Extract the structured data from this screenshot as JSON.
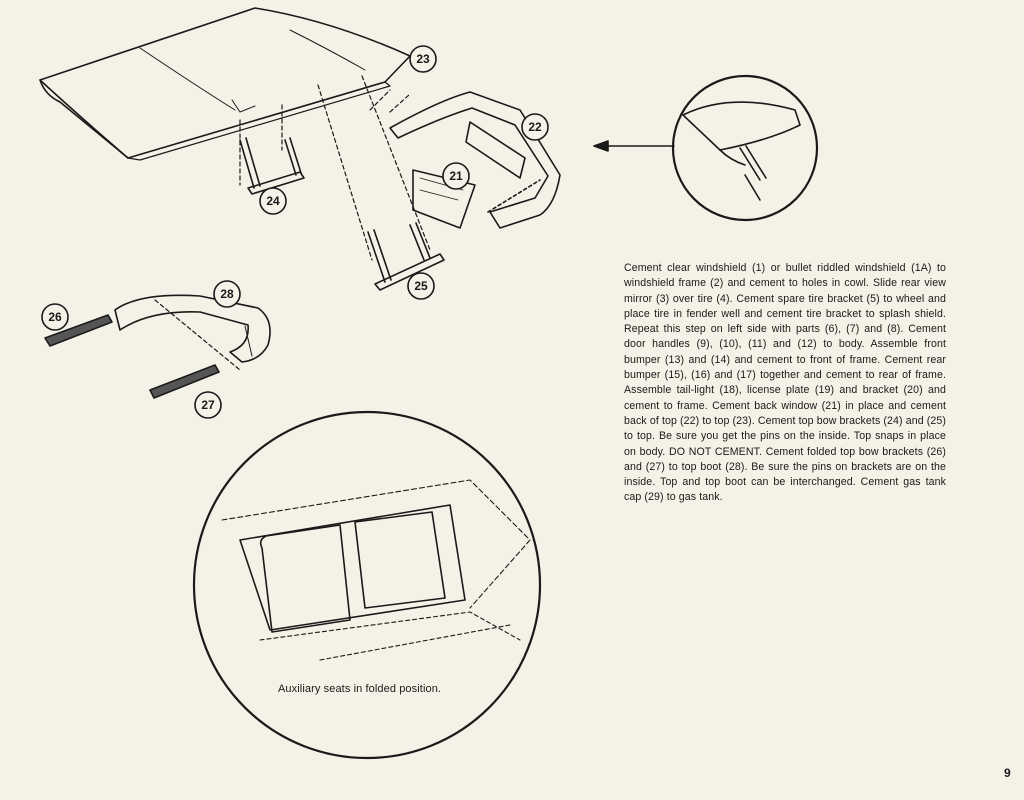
{
  "instructions": "Cement clear windshield (1) or bullet riddled windshield (1A) to windshield frame (2) and cement to holes in cowl. Slide rear view mirror (3) over tire (4). Cement spare tire bracket (5) to wheel and place tire in fender well and cement tire bracket to splash shield. Repeat this step on left side with parts (6), (7) and (8). Cement door handles (9), (10), (11) and (12) to body. Assemble front bumper (13) and (14) and cement to front of frame. Cement rear bumper (15), (16) and (17) together and cement to rear of frame. Assemble tail-light (18), license plate (19) and bracket (20) and cement to frame. Cement back window (21) in place and cement back of top (22) to top (23). Cement top bow brackets (24) and (25) to top. Be sure you get the pins on the inside. Top snaps in place on body. DO NOT CEMENT. Cement folded top bow brackets (26) and (27) to top boot (28). Be sure the pins on brackets are on the inside. Top and top boot can be interchanged.  Cement gas tank cap  (29)  to gas tank.",
  "caption": "Auxiliary seats in folded position.",
  "page_number": "9",
  "callouts": {
    "c21": "21",
    "c22": "22",
    "c23": "23",
    "c24": "24",
    "c25": "25",
    "c26": "26",
    "c27": "27",
    "c28": "28"
  },
  "colors": {
    "paper": "#f4f1e6",
    "ink": "#1a1a1a"
  },
  "icons": [
    "top-illustration",
    "rear-window-frame-illustration",
    "back-window-illustration",
    "bow-bracket-illustration",
    "top-boot-illustration",
    "folded-bracket-illustration",
    "detail-circle-illustration",
    "auxiliary-seats-detail-illustration",
    "pointer-arrow-icon"
  ]
}
